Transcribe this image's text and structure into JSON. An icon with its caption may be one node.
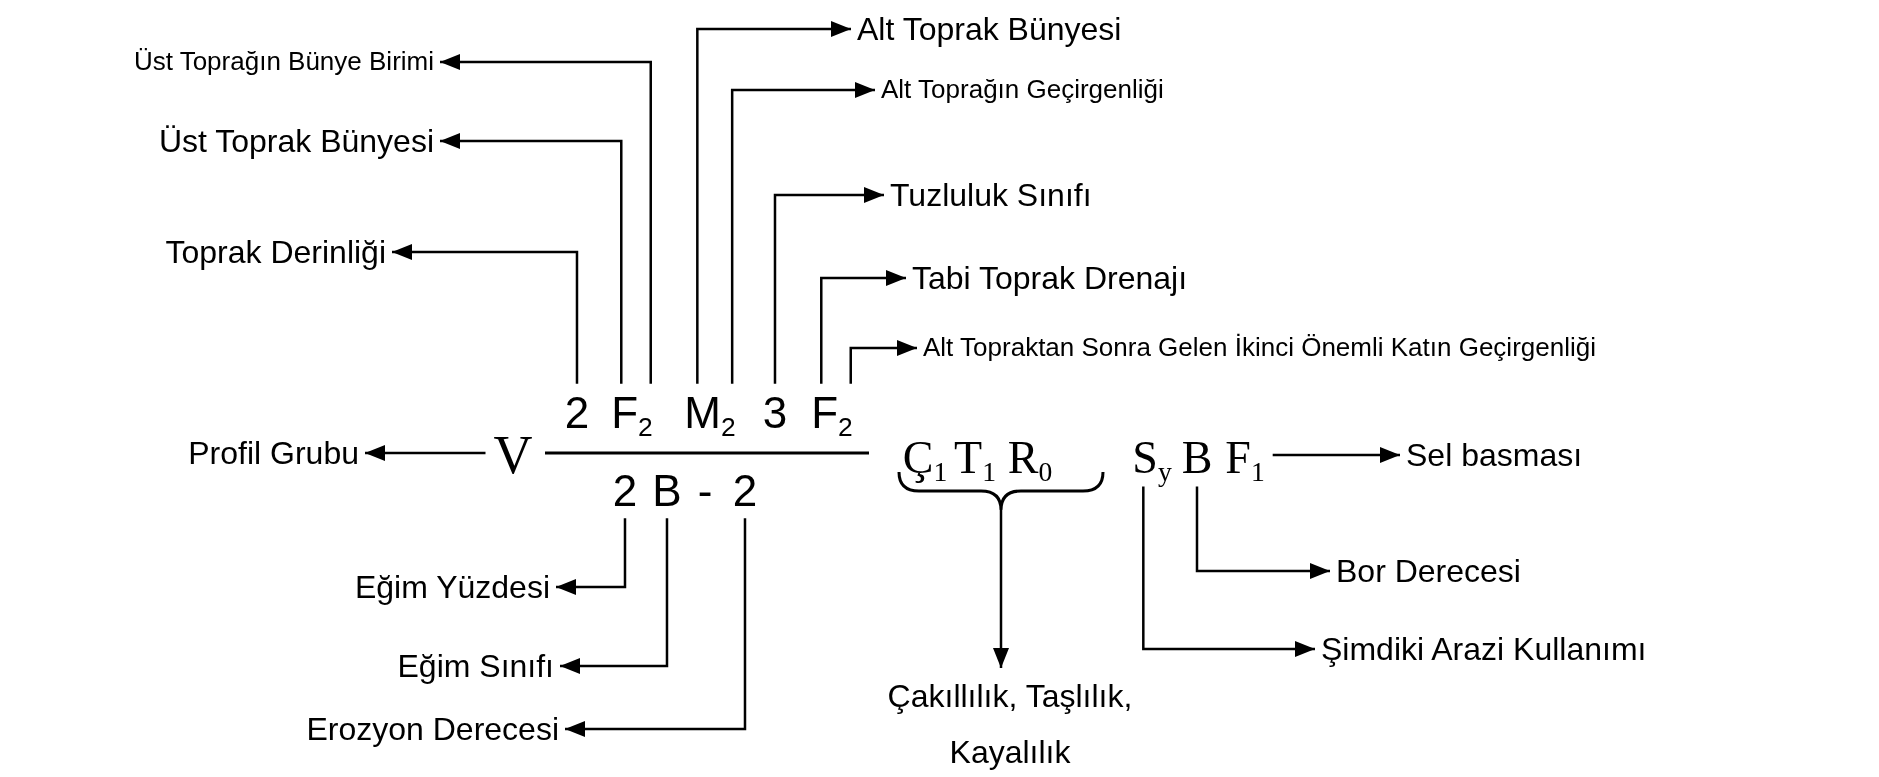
{
  "diagram": {
    "nodes": [
      {
        "text": [
          "Alt Toprak Bünyesi"
        ]
      },
      {
        "text": [
          "Üst Toprağın Bünye Birimi"
        ]
      },
      {
        "text": [
          "Alt Toprağın Geçirgenliği"
        ]
      },
      {
        "text": [
          "Üst Toprak Bünyesi"
        ]
      },
      {
        "text": [
          "Tuzluluk Sınıfı"
        ]
      },
      {
        "text": [
          "Toprak Derinliği"
        ]
      },
      {
        "text": [
          "Tabi Toprak Drenajı"
        ]
      },
      {
        "text": [
          "Alt Topraktan Sonra Gelen İkinci Önemli Katın Geçirgenliği"
        ]
      },
      {
        "text": [
          "Profil Grubu"
        ]
      },
      {
        "text": [
          "V"
        ]
      },
      {
        "text": [
          "2"
        ]
      },
      {
        "text": [
          "F$_{2}$"
        ]
      },
      {
        "text": [
          "M$_{2}$"
        ]
      },
      {
        "text": [
          "3"
        ]
      },
      {
        "text": [
          "F$_{2}$"
        ]
      },
      {
        "text": [
          "2"
        ]
      },
      {
        "text": [
          "B"
        ]
      },
      {
        "text": [
          "2"
        ]
      },
      {
        "text": [
          "Ç$_{1}$"
        ]
      },
      {
        "text": [
          "T$_{1}$"
        ]
      },
      {
        "text": [
          "R$_{0}$"
        ]
      },
      {
        "text": [
          "S$_{y}$"
        ]
      },
      {
        "text": [
          "B"
        ]
      },
      {
        "text": [
          "F$_{1}$"
        ]
      },
      {
        "text": [
          "Sel basması"
        ]
      },
      {
        "text": [
          "Eğim Yüzdesi"
        ]
      },
      {
        "text": [
          "Eğim Sınıfı"
        ]
      },
      {
        "text": [
          "Erozyon Derecesi"
        ]
      },
      {
        "text": [
          "Çakıllılık, Taşlılık, Kayalılık"
        ]
      },
      {
        "text": [
          "Bor Derecesi"
        ]
      },
      {
        "text": [
          "Şimdiki Arazi Kullanımı"
        ]
      },
      {
        "text": [],
        "shape": "brace"
      }
    ],
    "edges": [
      {
        "from": 10,
        "to": 5,
        "arrow": "to"
      },
      {
        "from": 11,
        "to": 3,
        "arrow": "to"
      },
      {
        "from": 11,
        "to": 1,
        "arrow": "to"
      },
      {
        "from": 12,
        "to": 0,
        "arrow": "to"
      },
      {
        "from": 12,
        "to": 2,
        "arrow": "to"
      },
      {
        "from": 13,
        "to": 4,
        "arrow": "to"
      },
      {
        "from": 14,
        "to": 6,
        "arrow": "to"
      },
      {
        "from": 14,
        "to": 7,
        "arrow": "to"
      },
      {
        "from": 9,
        "to": 8,
        "arrow": "to"
      },
      {
        "from": 23,
        "to": 24,
        "arrow": "to"
      },
      {
        "from": 15,
        "to": 25,
        "arrow": "to"
      },
      {
        "from": 16,
        "to": 26,
        "arrow": "to"
      },
      {
        "from": 17,
        "to": 27,
        "arrow": "to"
      },
      {
        "from": 31,
        "to": 28,
        "arrow": "to"
      },
      {
        "from": 22,
        "to": 29,
        "arrow": "to"
      },
      {
        "from": 21,
        "to": 30,
        "arrow": "to"
      }
    ],
    "labels": [
      "-"
    ]
  }
}
